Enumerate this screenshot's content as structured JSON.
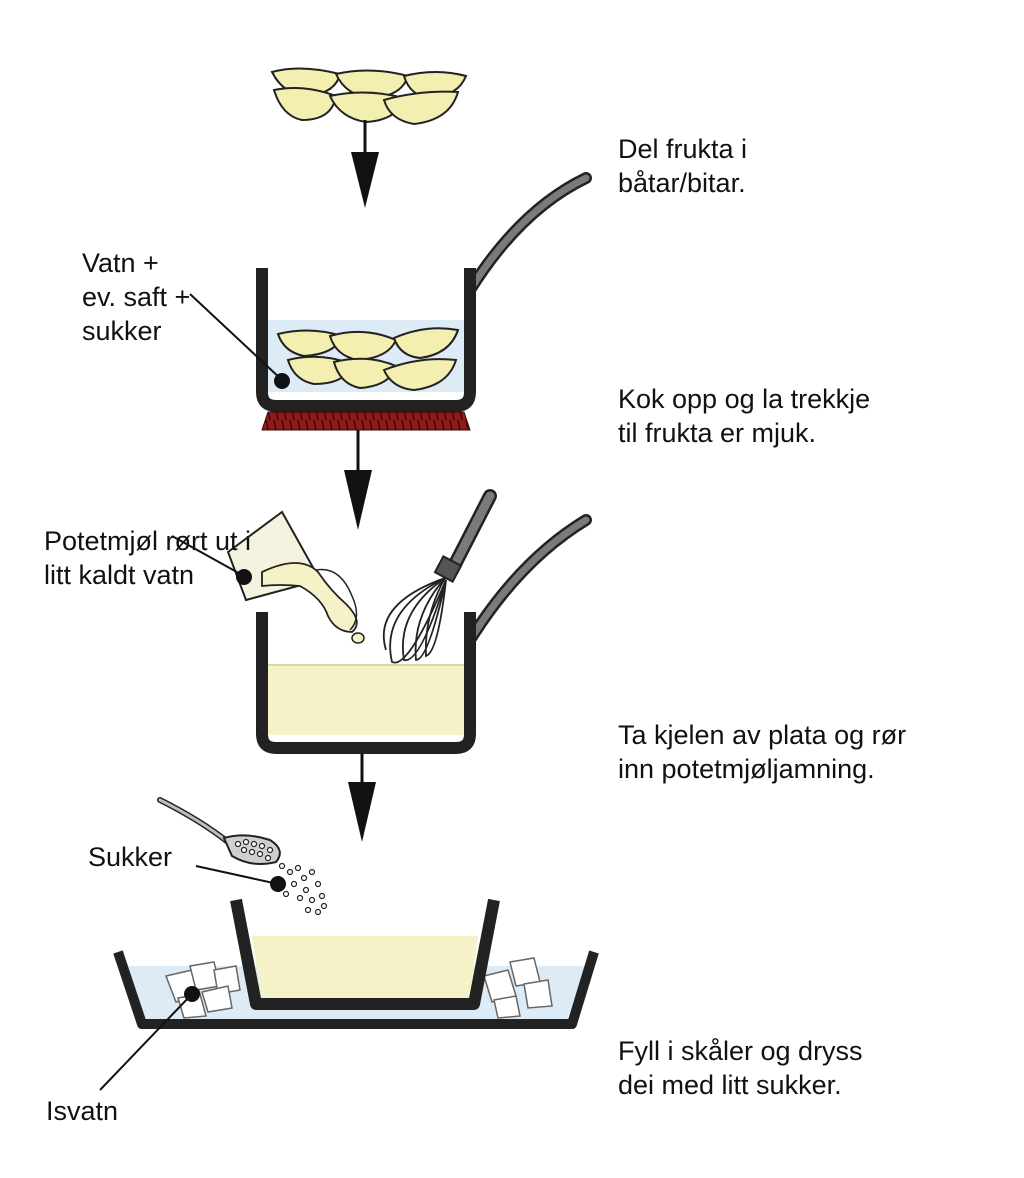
{
  "steps": [
    {
      "line1": "Del frukta i",
      "line2": "båtar/bitar."
    },
    {
      "line1": "Kok opp og la trekkje",
      "line2": "til frukta er mjuk."
    },
    {
      "line1": "Ta kjelen av plata og rør",
      "line2": "inn potetmjøljamning."
    },
    {
      "line1": "Fyll i skåler og dryss",
      "line2": "dei med litt sukker."
    }
  ],
  "labels": {
    "water": {
      "line1": "Vatn +",
      "line2": "ev. saft +",
      "line3": "sukker"
    },
    "starch": {
      "line1": "Potetmjøl rørt ut i",
      "line2": "litt kaldt vatn"
    },
    "sugar": "Sukker",
    "icewater": "Isvatn"
  },
  "colors": {
    "outline": "#222222",
    "pot_fill": "#333333",
    "handle": "#7a7a7a",
    "fruit": "#f3efb0",
    "water": "#dcebf6",
    "sauce": "#f6f2c8",
    "hotplate": "#8e1a1a",
    "icewater": "#dcebf6"
  }
}
